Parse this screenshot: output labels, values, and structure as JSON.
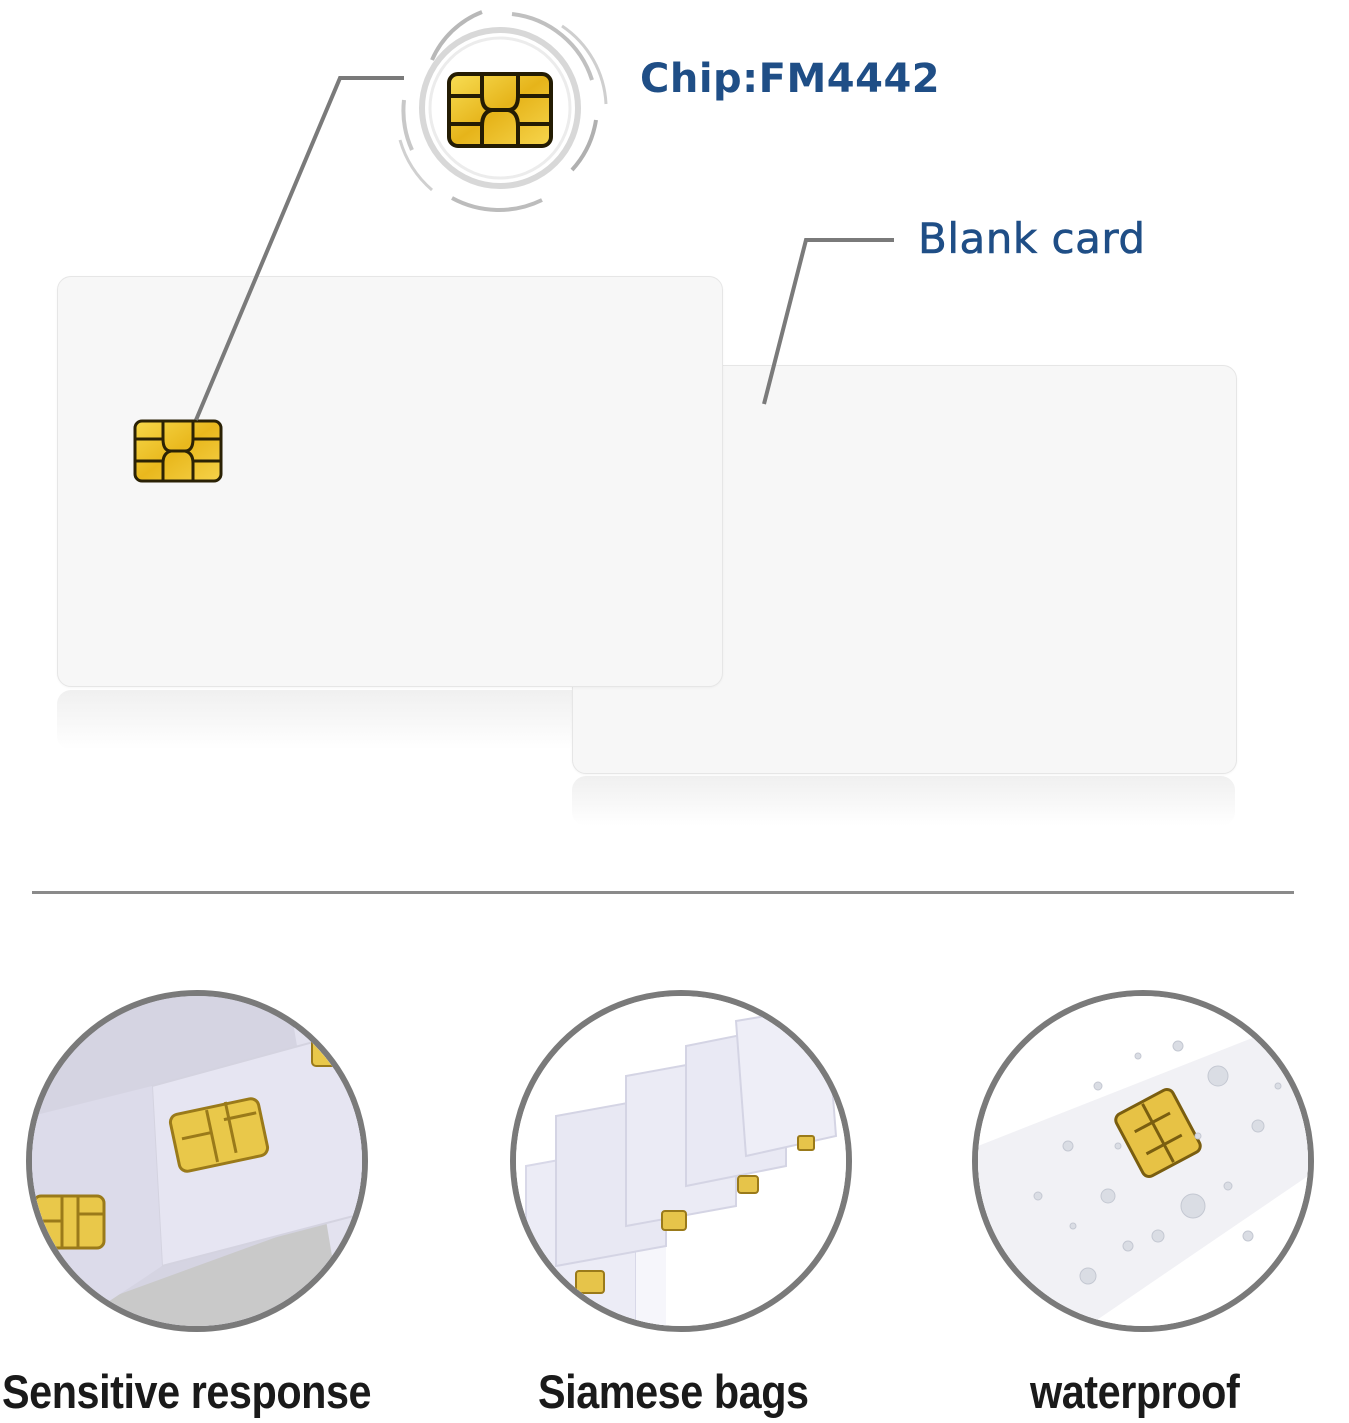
{
  "callouts": {
    "chip": "Chip:FM4442",
    "blank": "Blank card"
  },
  "features": [
    {
      "label": "Sensitive response",
      "icon": "card-chip-closeup-icon"
    },
    {
      "label": "Siamese bags",
      "icon": "stacked-cards-icon"
    },
    {
      "label": "waterproof",
      "icon": "water-droplets-icon"
    }
  ],
  "colors": {
    "callout_text": "#1f4e86",
    "chip_gold": "#f0c630",
    "leader_line": "#7a7a7a",
    "circle_border": "#7a7a7a",
    "label_text": "#1a1a1a"
  }
}
